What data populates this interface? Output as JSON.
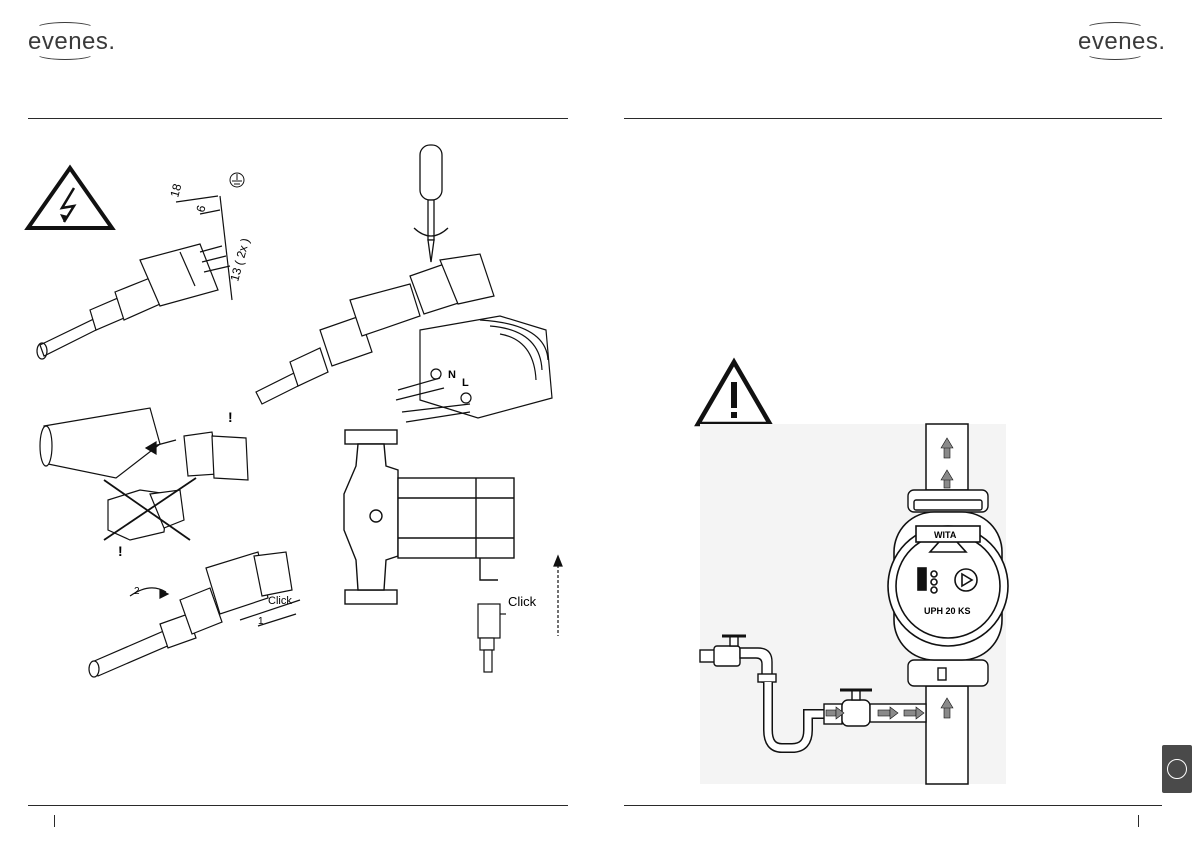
{
  "brand": {
    "logo_text": "evenes."
  },
  "left_page": {
    "dimensions": {
      "d18": "18",
      "d6": "6",
      "d13": "13 ( 2x )"
    },
    "terminals": {
      "n": "N",
      "l": "L"
    },
    "exclamation": "!",
    "clicks": {
      "connector": "Click",
      "plug": "Click"
    },
    "step_numbers": {
      "step1": "1",
      "step2": "2"
    }
  },
  "right_page": {
    "pump": {
      "brand_badge": "WITA",
      "model": "UPH 20 KS"
    }
  },
  "colors": {
    "ink": "#1a1a1a",
    "rule": "#2a2a2a",
    "tab": "#4a4a4a",
    "arrow_fill": "#8a8a8a"
  },
  "icons": [
    "electric-hazard-warning-icon",
    "general-warning-icon",
    "screwdriver-icon",
    "language-tab-icon"
  ]
}
